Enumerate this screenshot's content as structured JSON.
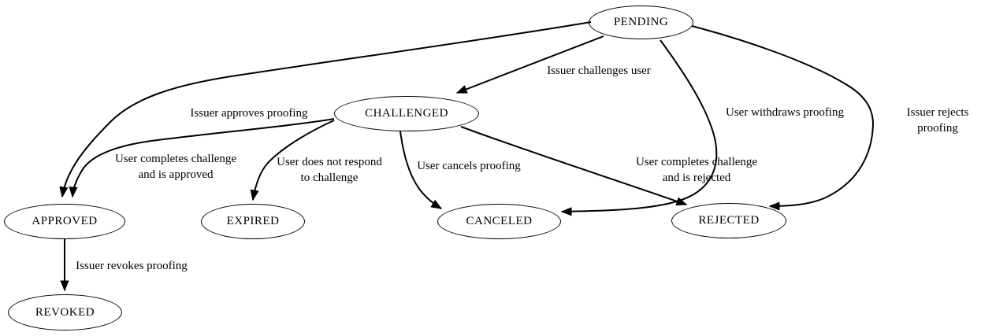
{
  "diagram": {
    "type": "state-machine",
    "nodes": [
      {
        "id": "pending",
        "label": "PENDING"
      },
      {
        "id": "challenged",
        "label": "CHALLENGED"
      },
      {
        "id": "approved",
        "label": "APPROVED"
      },
      {
        "id": "expired",
        "label": "EXPIRED"
      },
      {
        "id": "canceled",
        "label": "CANCELED"
      },
      {
        "id": "rejected",
        "label": "REJECTED"
      },
      {
        "id": "revoked",
        "label": "REVOKED"
      }
    ],
    "edges": [
      {
        "from": "PENDING",
        "to": "CHALLENGED",
        "label": "Issuer challenges user"
      },
      {
        "from": "PENDING",
        "to": "APPROVED",
        "label": "Issuer approves proofing"
      },
      {
        "from": "PENDING",
        "to": "CANCELED",
        "label": "User withdraws proofing"
      },
      {
        "from": "PENDING",
        "to": "REJECTED",
        "label": "Issuer rejects proofing"
      },
      {
        "from": "CHALLENGED",
        "to": "APPROVED",
        "label": "User completes challenge\nand is approved"
      },
      {
        "from": "CHALLENGED",
        "to": "EXPIRED",
        "label": "User does not respond\nto challenge"
      },
      {
        "from": "CHALLENGED",
        "to": "CANCELED",
        "label": "User cancels proofing"
      },
      {
        "from": "CHALLENGED",
        "to": "REJECTED",
        "label": "User completes challenge\nand is rejected"
      },
      {
        "from": "APPROVED",
        "to": "REVOKED",
        "label": "Issuer revokes proofing"
      }
    ],
    "colors": {
      "stroke": "#000000",
      "background": "#ffffff",
      "text": "#000000"
    }
  }
}
